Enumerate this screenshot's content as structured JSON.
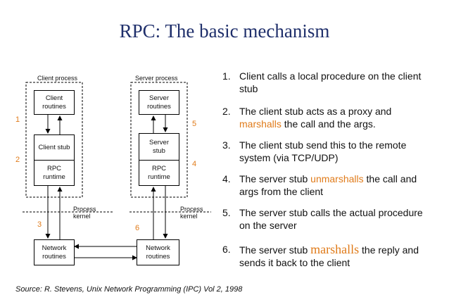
{
  "title": "RPC: The basic mechanism",
  "diagram": {
    "client_process_label": "Client process",
    "server_process_label": "Server process",
    "client_routines": "Client\nroutines",
    "client_stub": "Client stub",
    "client_rpc_runtime": "RPC\nruntime",
    "server_routines": "Server\nroutines",
    "server_stub": "Server\nstub",
    "server_rpc_runtime": "RPC\nruntime",
    "network_routines_left": "Network\nroutines",
    "network_routines_right": "Network\nroutines",
    "process_kernel_left": "Process\nkernel",
    "process_kernel_right": "Process\nkernel",
    "step_numbers": [
      "1",
      "2",
      "3",
      "4",
      "5",
      "6"
    ],
    "step_color": "#e07b1a"
  },
  "steps": [
    {
      "num": "1.",
      "parts": [
        {
          "text": "Client calls a local procedure on the client stub"
        }
      ]
    },
    {
      "num": "2.",
      "parts": [
        {
          "text": "The client stub acts as a proxy and "
        },
        {
          "text": "marshalls",
          "style": "hl"
        },
        {
          "text": " the call and the args."
        }
      ]
    },
    {
      "num": "3.",
      "parts": [
        {
          "text": "The client stub send this to the remote system (via TCP/UDP)"
        }
      ]
    },
    {
      "num": "4.",
      "parts": [
        {
          "text": "The server stub "
        },
        {
          "text": "unmarshalls",
          "style": "hl"
        },
        {
          "text": " the call and args from the client"
        }
      ]
    },
    {
      "num": "5.",
      "parts": [
        {
          "text": "The server stub calls the actual procedure on the server"
        }
      ]
    },
    {
      "num": "6.",
      "parts": [
        {
          "text": "The server stub "
        },
        {
          "text": "marshalls",
          "style": "hl-big"
        },
        {
          "text": " the reply and sends it back to the client"
        }
      ]
    }
  ],
  "source": "Source: R. Stevens, Unix Network Programming (IPC) Vol 2,  1998",
  "colors": {
    "title": "#1f2f6b",
    "accent": "#e07b1a"
  }
}
